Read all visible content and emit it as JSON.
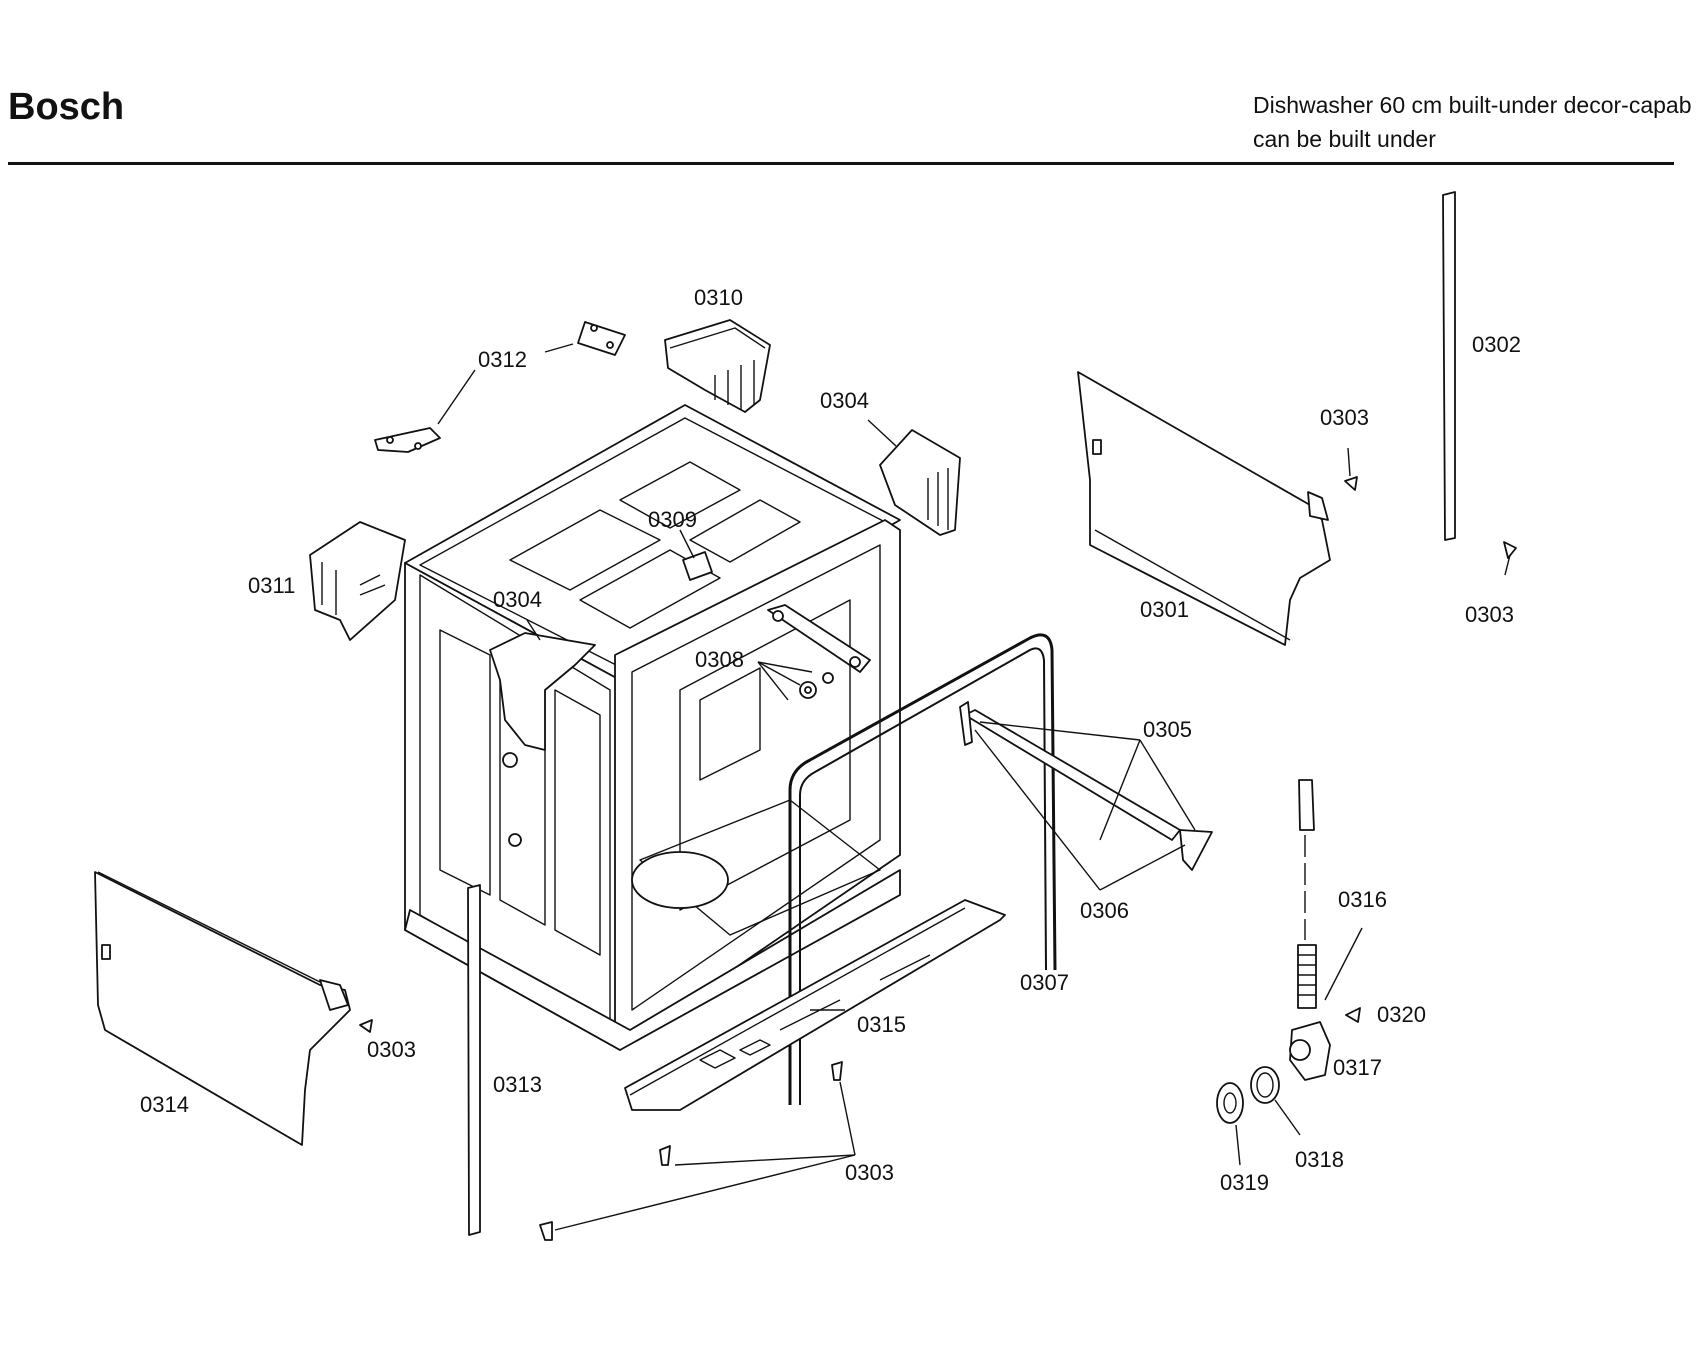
{
  "header": {
    "brand": "Bosch",
    "title_line1": "Dishwasher 60 cm built-under decor-capab",
    "title_line2": "can be built under"
  },
  "callouts": {
    "c0301": "0301",
    "c0302": "0302",
    "c0303": "0303",
    "c0304": "0304",
    "c0305": "0305",
    "c0306": "0306",
    "c0307": "0307",
    "c0308": "0308",
    "c0309": "0309",
    "c0310": "0310",
    "c0311": "0311",
    "c0312": "0312",
    "c0313": "0313",
    "c0314": "0314",
    "c0315": "0315",
    "c0316": "0316",
    "c0317": "0317",
    "c0318": "0318",
    "c0319": "0319",
    "c0320": "0320"
  }
}
